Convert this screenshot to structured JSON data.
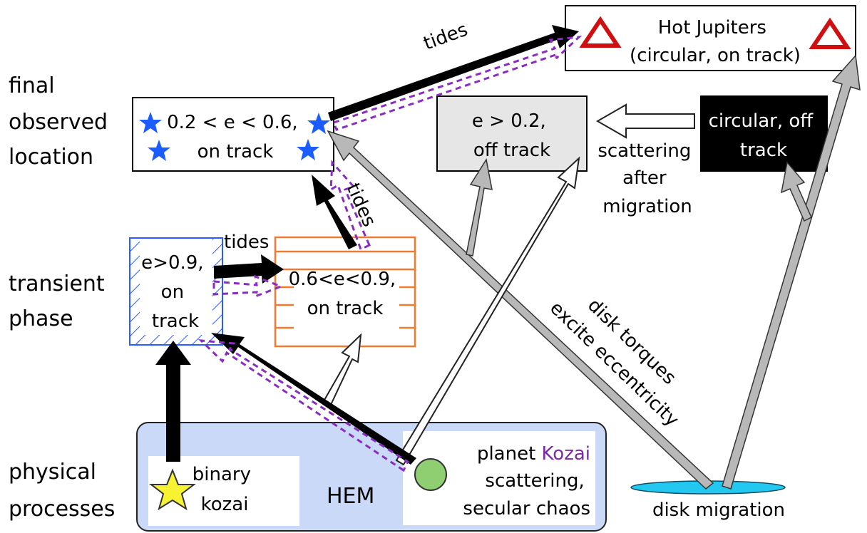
{
  "row_labels": {
    "final": [
      "final",
      "observed",
      "location"
    ],
    "transient": [
      "transient",
      "phase"
    ],
    "physical": [
      "physical",
      "processes"
    ]
  },
  "boxes": {
    "hot_jupiters": [
      "Hot Jupiters",
      "(circular, on track)"
    ],
    "final_mid": [
      "0.2 < e < 0.6,",
      "on track"
    ],
    "off_track": [
      "e > 0.2,",
      "off track"
    ],
    "circular_off": [
      "circular, off",
      "track"
    ],
    "transient_high": [
      "e>0.9,",
      "on",
      "track"
    ],
    "transient_mid": [
      "0.6<e<0.9,",
      "on track"
    ]
  },
  "arrow_labels": {
    "tides_top": "tides",
    "tides_side": "tides",
    "tides_transient": "tides",
    "scattering_after": [
      "scattering",
      "after",
      "migration"
    ],
    "disk_torques": [
      "disk torques",
      "excite eccentricity"
    ]
  },
  "processes": {
    "binary": [
      "binary",
      "kozai"
    ],
    "hem": "HEM",
    "planet_prefix": "planet ",
    "kozai_word": "Kozai",
    "planet_lines": [
      "scattering,",
      "secular chaos"
    ],
    "disk_migration": "disk migration"
  },
  "colors": {
    "star_blue": "#1a5cff",
    "triangle_red": "#d01010",
    "kozai_purple": "#7a2aa8",
    "hem_panel": "#c9d9f7",
    "green_circle": "#8fcf72",
    "disk_cyan": "#22c8f0",
    "orange_box": "#f07a30",
    "grey_box": "#e6e6e6",
    "grey_arrow": "#b8b8b8",
    "dashed_purple": "#8a2cc0"
  }
}
